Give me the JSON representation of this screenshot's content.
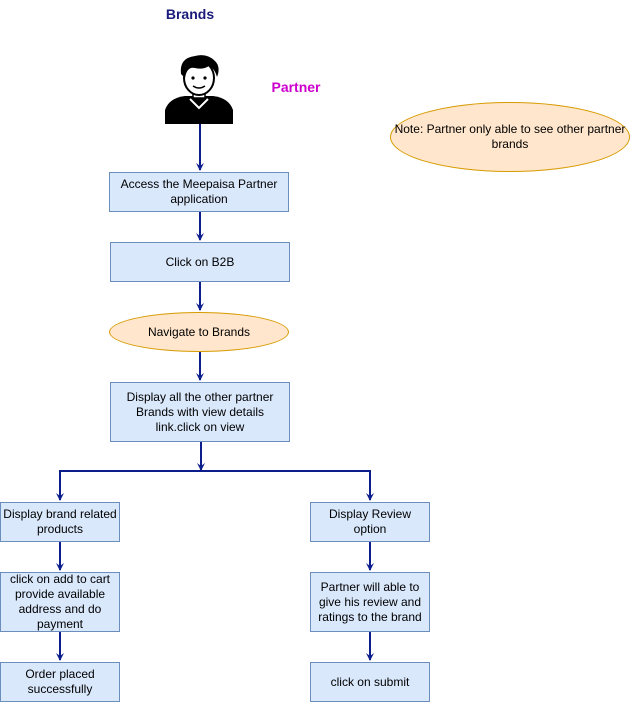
{
  "diagram": {
    "title": "Brands",
    "actor_label": "Partner",
    "actor_icon": "person-icon",
    "note": "Note: Partner only able to see other partner brands",
    "steps": {
      "access_app": "Access the Meepaisa Partner application",
      "click_b2b": "Click on B2B",
      "navigate_brands": "Navigate to Brands",
      "display_brands": "Display all the other partner Brands with view details link.click on view"
    },
    "left_branch": {
      "related_products": "Display brand related products",
      "add_to_cart": "click on add to cart provide available address and do payment",
      "order_placed": "Order placed successfully"
    },
    "right_branch": {
      "review_option": "Display Review option",
      "give_review": "Partner will able to give his review and ratings to the brand",
      "submit": "click on submit"
    }
  },
  "colors": {
    "title": "#1a1a7a",
    "actor_label": "#cc00cc",
    "box_fill": "#dae8fc",
    "box_border": "#6c8ebf",
    "ellipse_fill": "#ffe6cc",
    "ellipse_border": "#d79b00",
    "connector": "#0c1e8c"
  }
}
